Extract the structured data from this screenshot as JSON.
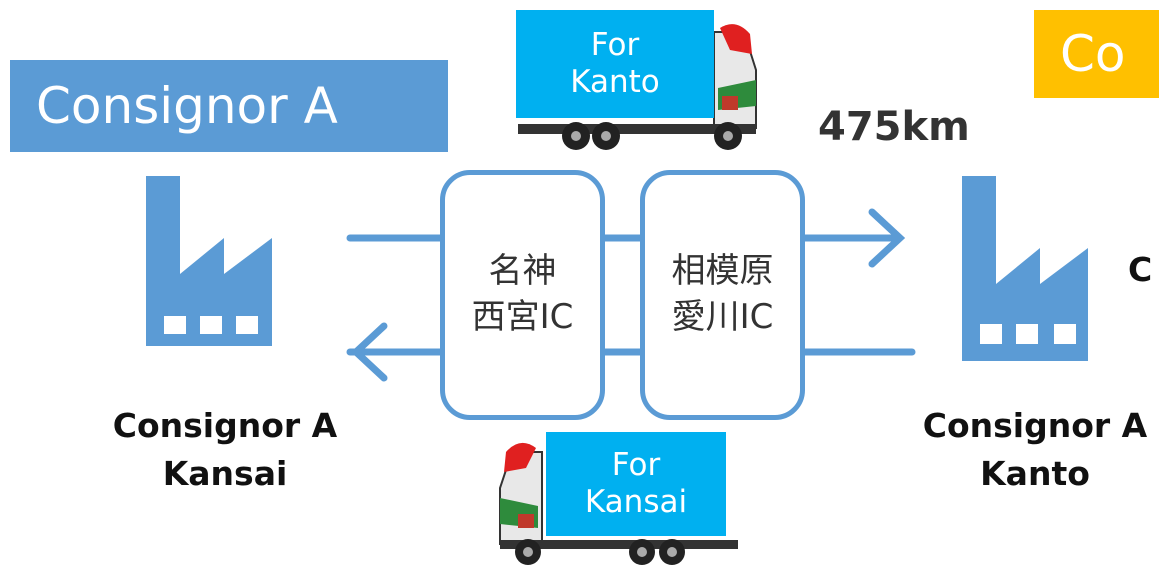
{
  "title": "Consignor A",
  "title_right_partial": "Co",
  "distance": "475km",
  "ic_left": {
    "line1": "名神",
    "line2": "西宮IC"
  },
  "ic_right": {
    "line1": "相模原",
    "line2": "愛川IC"
  },
  "factory_left_caption": {
    "line1": "Consignor A",
    "line2": "Kansai"
  },
  "factory_right_caption": {
    "line1": "Consignor A",
    "line2": "Kanto"
  },
  "partial_right_text": "C",
  "truck_top": {
    "line1": "For",
    "line2": "Kanto"
  },
  "truck_bottom": {
    "line1": "For",
    "line2": "Kansai"
  },
  "colors": {
    "accent_blue": "#5b9bd5",
    "yellow": "#ffc000",
    "truck_label": "#00b0f0"
  }
}
